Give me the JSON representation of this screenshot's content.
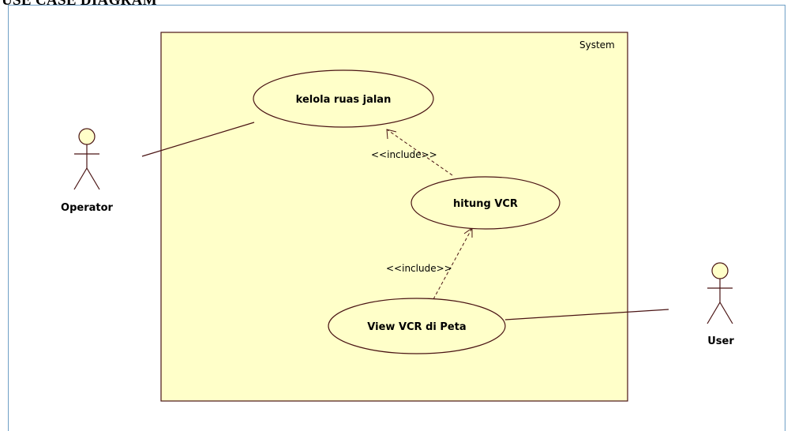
{
  "page": {
    "heading": "USE CASE DIAGRAM"
  },
  "system": {
    "label": "System"
  },
  "actors": {
    "operator": "Operator",
    "user": "User"
  },
  "use_cases": {
    "kelola": "kelola ruas jalan",
    "hitung": "hitung VCR",
    "view": "View VCR di Peta"
  },
  "relations": {
    "include_1": "<<include>>",
    "include_2": "<<include>>"
  },
  "colors": {
    "system_fill": "#ffffc9",
    "line": "#4a1414",
    "frame_border": "#6f9fc6"
  }
}
